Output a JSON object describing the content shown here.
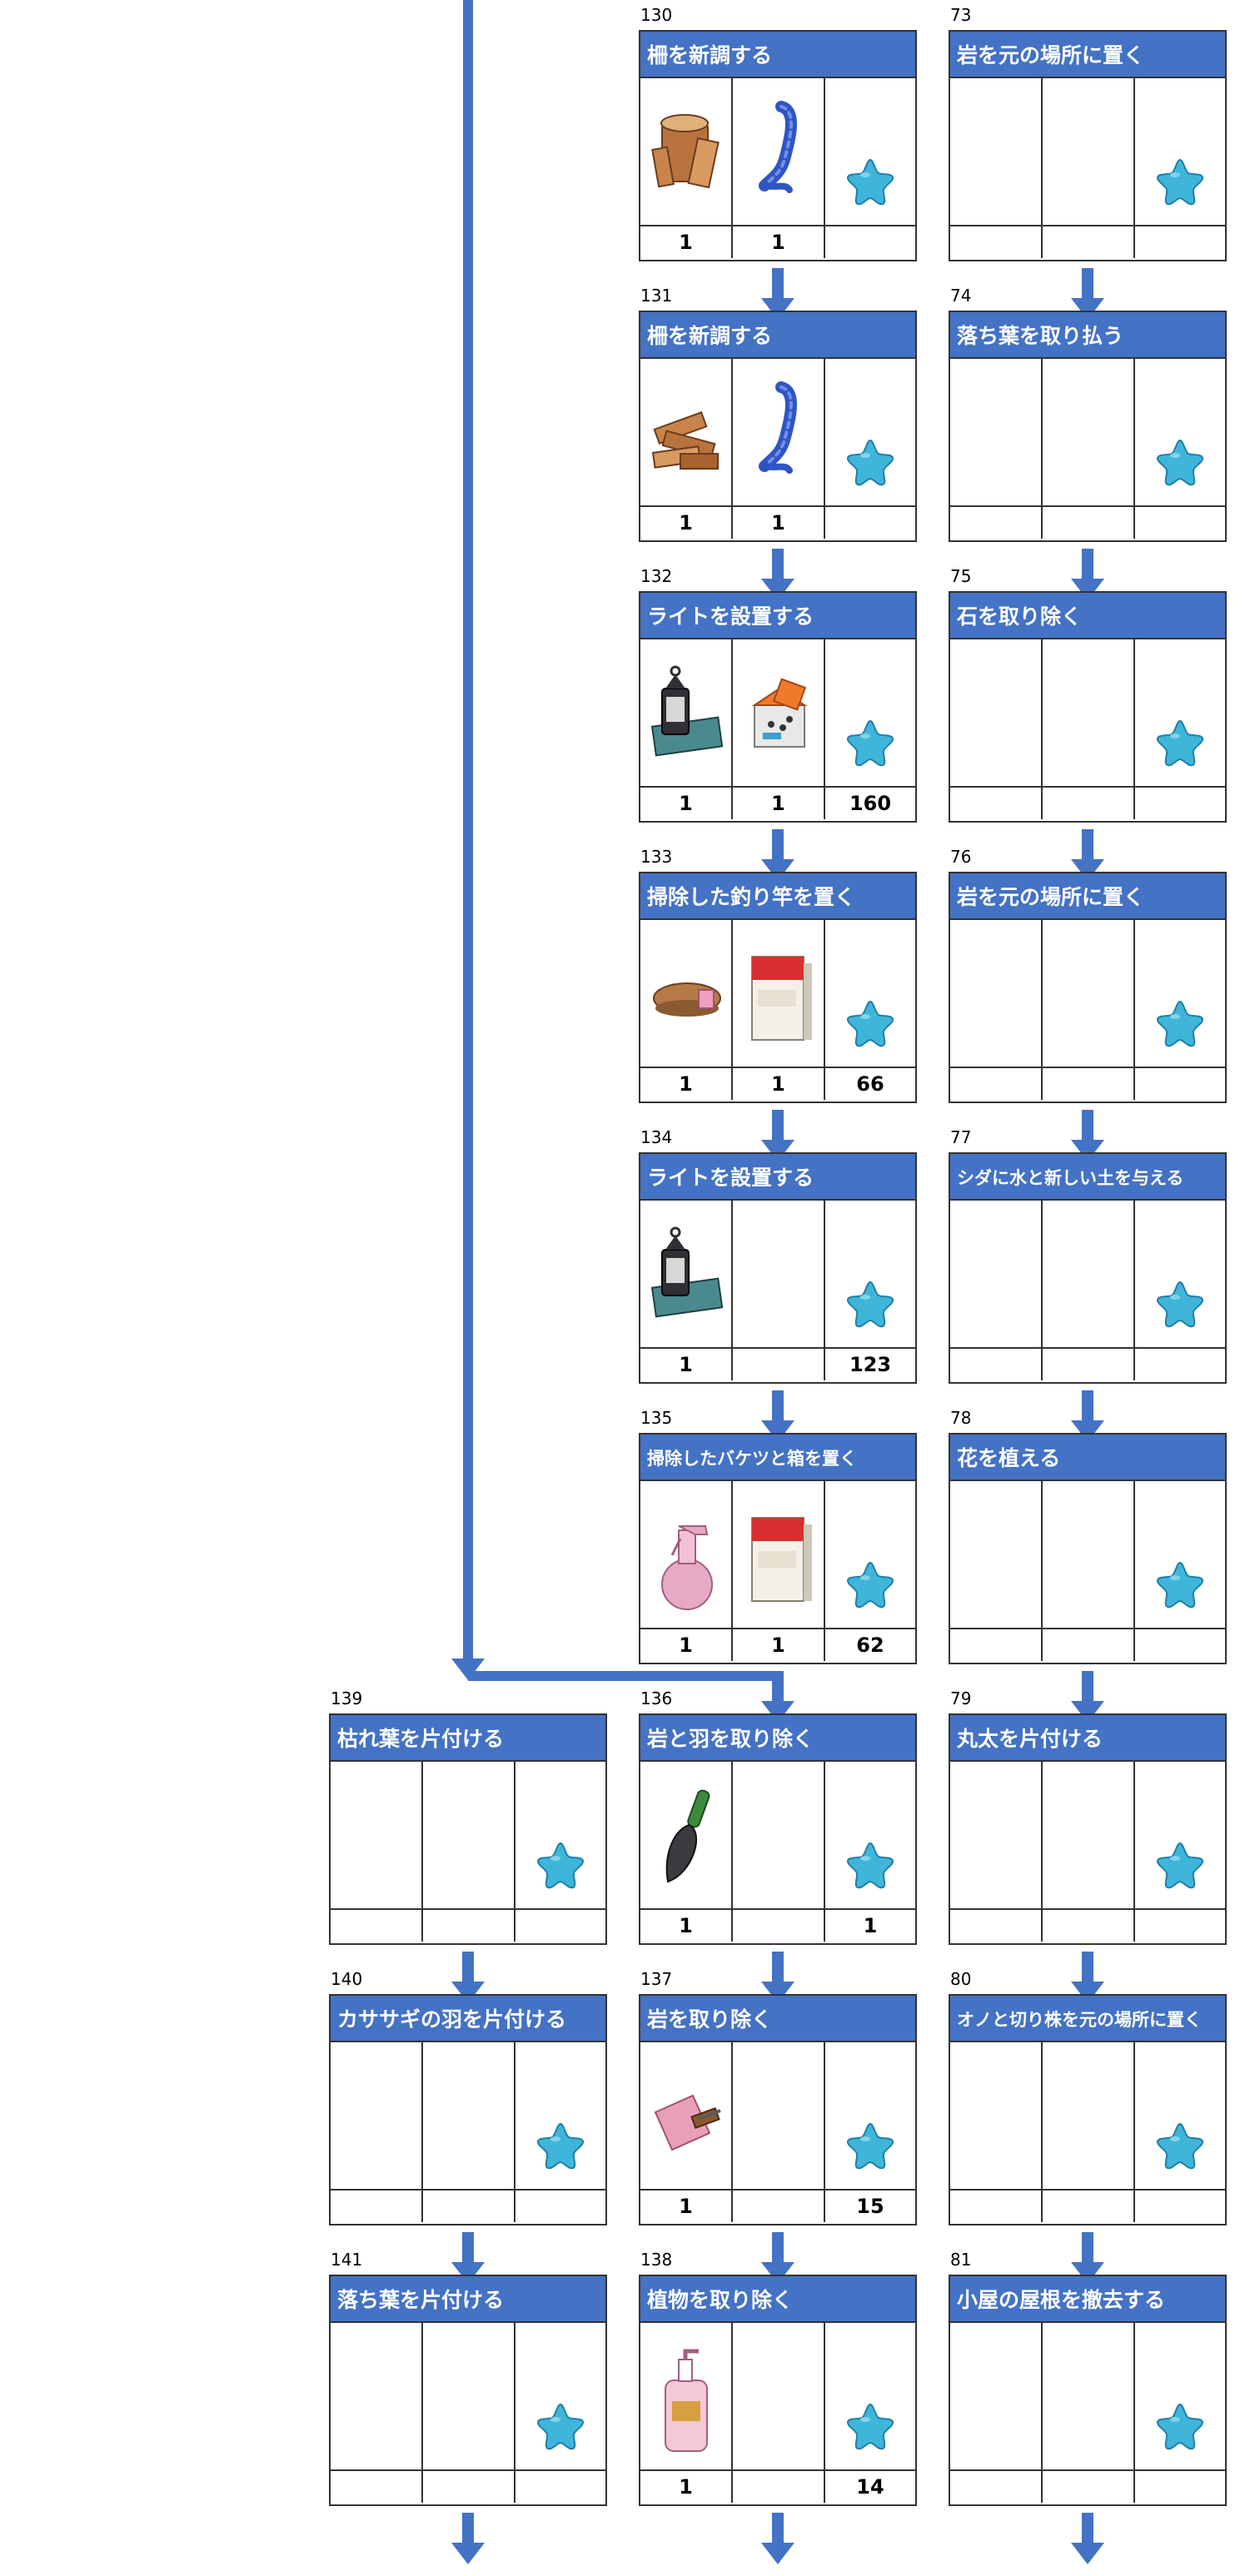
{
  "tasks": [
    {
      "id": "130",
      "title": "柵を新調する",
      "items": [
        "wood-icon",
        "rope-icon"
      ],
      "qty": [
        "1",
        "1",
        ""
      ]
    },
    {
      "id": "131",
      "title": "柵を新調する",
      "items": [
        "planks-icon",
        "rope-icon"
      ],
      "qty": [
        "1",
        "1",
        ""
      ]
    },
    {
      "id": "132",
      "title": "ライトを設置する",
      "items": [
        "lantern-icon",
        "nails-box-icon"
      ],
      "qty": [
        "1",
        "1",
        "160"
      ]
    },
    {
      "id": "133",
      "title": "掃除した釣り竿を置く",
      "items": [
        "brush-icon",
        "soap-box-icon"
      ],
      "qty": [
        "1",
        "1",
        "66"
      ]
    },
    {
      "id": "134",
      "title": "ライトを設置する",
      "items": [
        "lantern-icon"
      ],
      "qty": [
        "1",
        "",
        "123"
      ]
    },
    {
      "id": "135",
      "title": "掃除したバケツと箱を置く",
      "items": [
        "spray-bottle-icon",
        "soap-box-icon"
      ],
      "qty": [
        "1",
        "1",
        "62"
      ]
    },
    {
      "id": "136",
      "title": "岩と羽を取り除く",
      "items": [
        "trowel-icon"
      ],
      "qty": [
        "1",
        "",
        "1"
      ]
    },
    {
      "id": "137",
      "title": "岩を取り除く",
      "items": [
        "dustpan-icon"
      ],
      "qty": [
        "1",
        "",
        "15"
      ]
    },
    {
      "id": "138",
      "title": "植物を取り除く",
      "items": [
        "soap-pump-icon"
      ],
      "qty": [
        "1",
        "",
        "14"
      ]
    },
    {
      "id": "73",
      "title": "岩を元の場所に置く",
      "items": [],
      "qty": [
        "",
        "",
        ""
      ]
    },
    {
      "id": "74",
      "title": "落ち葉を取り払う",
      "items": [],
      "qty": [
        "",
        "",
        ""
      ]
    },
    {
      "id": "75",
      "title": "石を取り除く",
      "items": [],
      "qty": [
        "",
        "",
        ""
      ]
    },
    {
      "id": "76",
      "title": "岩を元の場所に置く",
      "items": [],
      "qty": [
        "",
        "",
        ""
      ]
    },
    {
      "id": "77",
      "title": "シダに水と新しい土を与える",
      "items": [],
      "qty": [
        "",
        "",
        ""
      ]
    },
    {
      "id": "78",
      "title": "花を植える",
      "items": [],
      "qty": [
        "",
        "",
        ""
      ]
    },
    {
      "id": "79",
      "title": "丸太を片付ける",
      "items": [],
      "qty": [
        "",
        "",
        ""
      ]
    },
    {
      "id": "80",
      "title": "オノと切り株を元の場所に置く",
      "items": [],
      "qty": [
        "",
        "",
        ""
      ]
    },
    {
      "id": "81",
      "title": "小屋の屋根を撤去する",
      "items": [],
      "qty": [
        "",
        "",
        ""
      ]
    },
    {
      "id": "139",
      "title": "枯れ葉を片付ける",
      "items": [],
      "qty": [
        "",
        "",
        ""
      ]
    },
    {
      "id": "140",
      "title": "カササギの羽を片付ける",
      "items": [],
      "qty": [
        "",
        "",
        ""
      ]
    },
    {
      "id": "141",
      "title": "落ち葉を片付ける",
      "items": [],
      "qty": [
        "",
        "",
        ""
      ]
    }
  ],
  "colors": {
    "header": "#4472c4",
    "arrow": "#4472c4",
    "star": "#3fb6d9"
  }
}
